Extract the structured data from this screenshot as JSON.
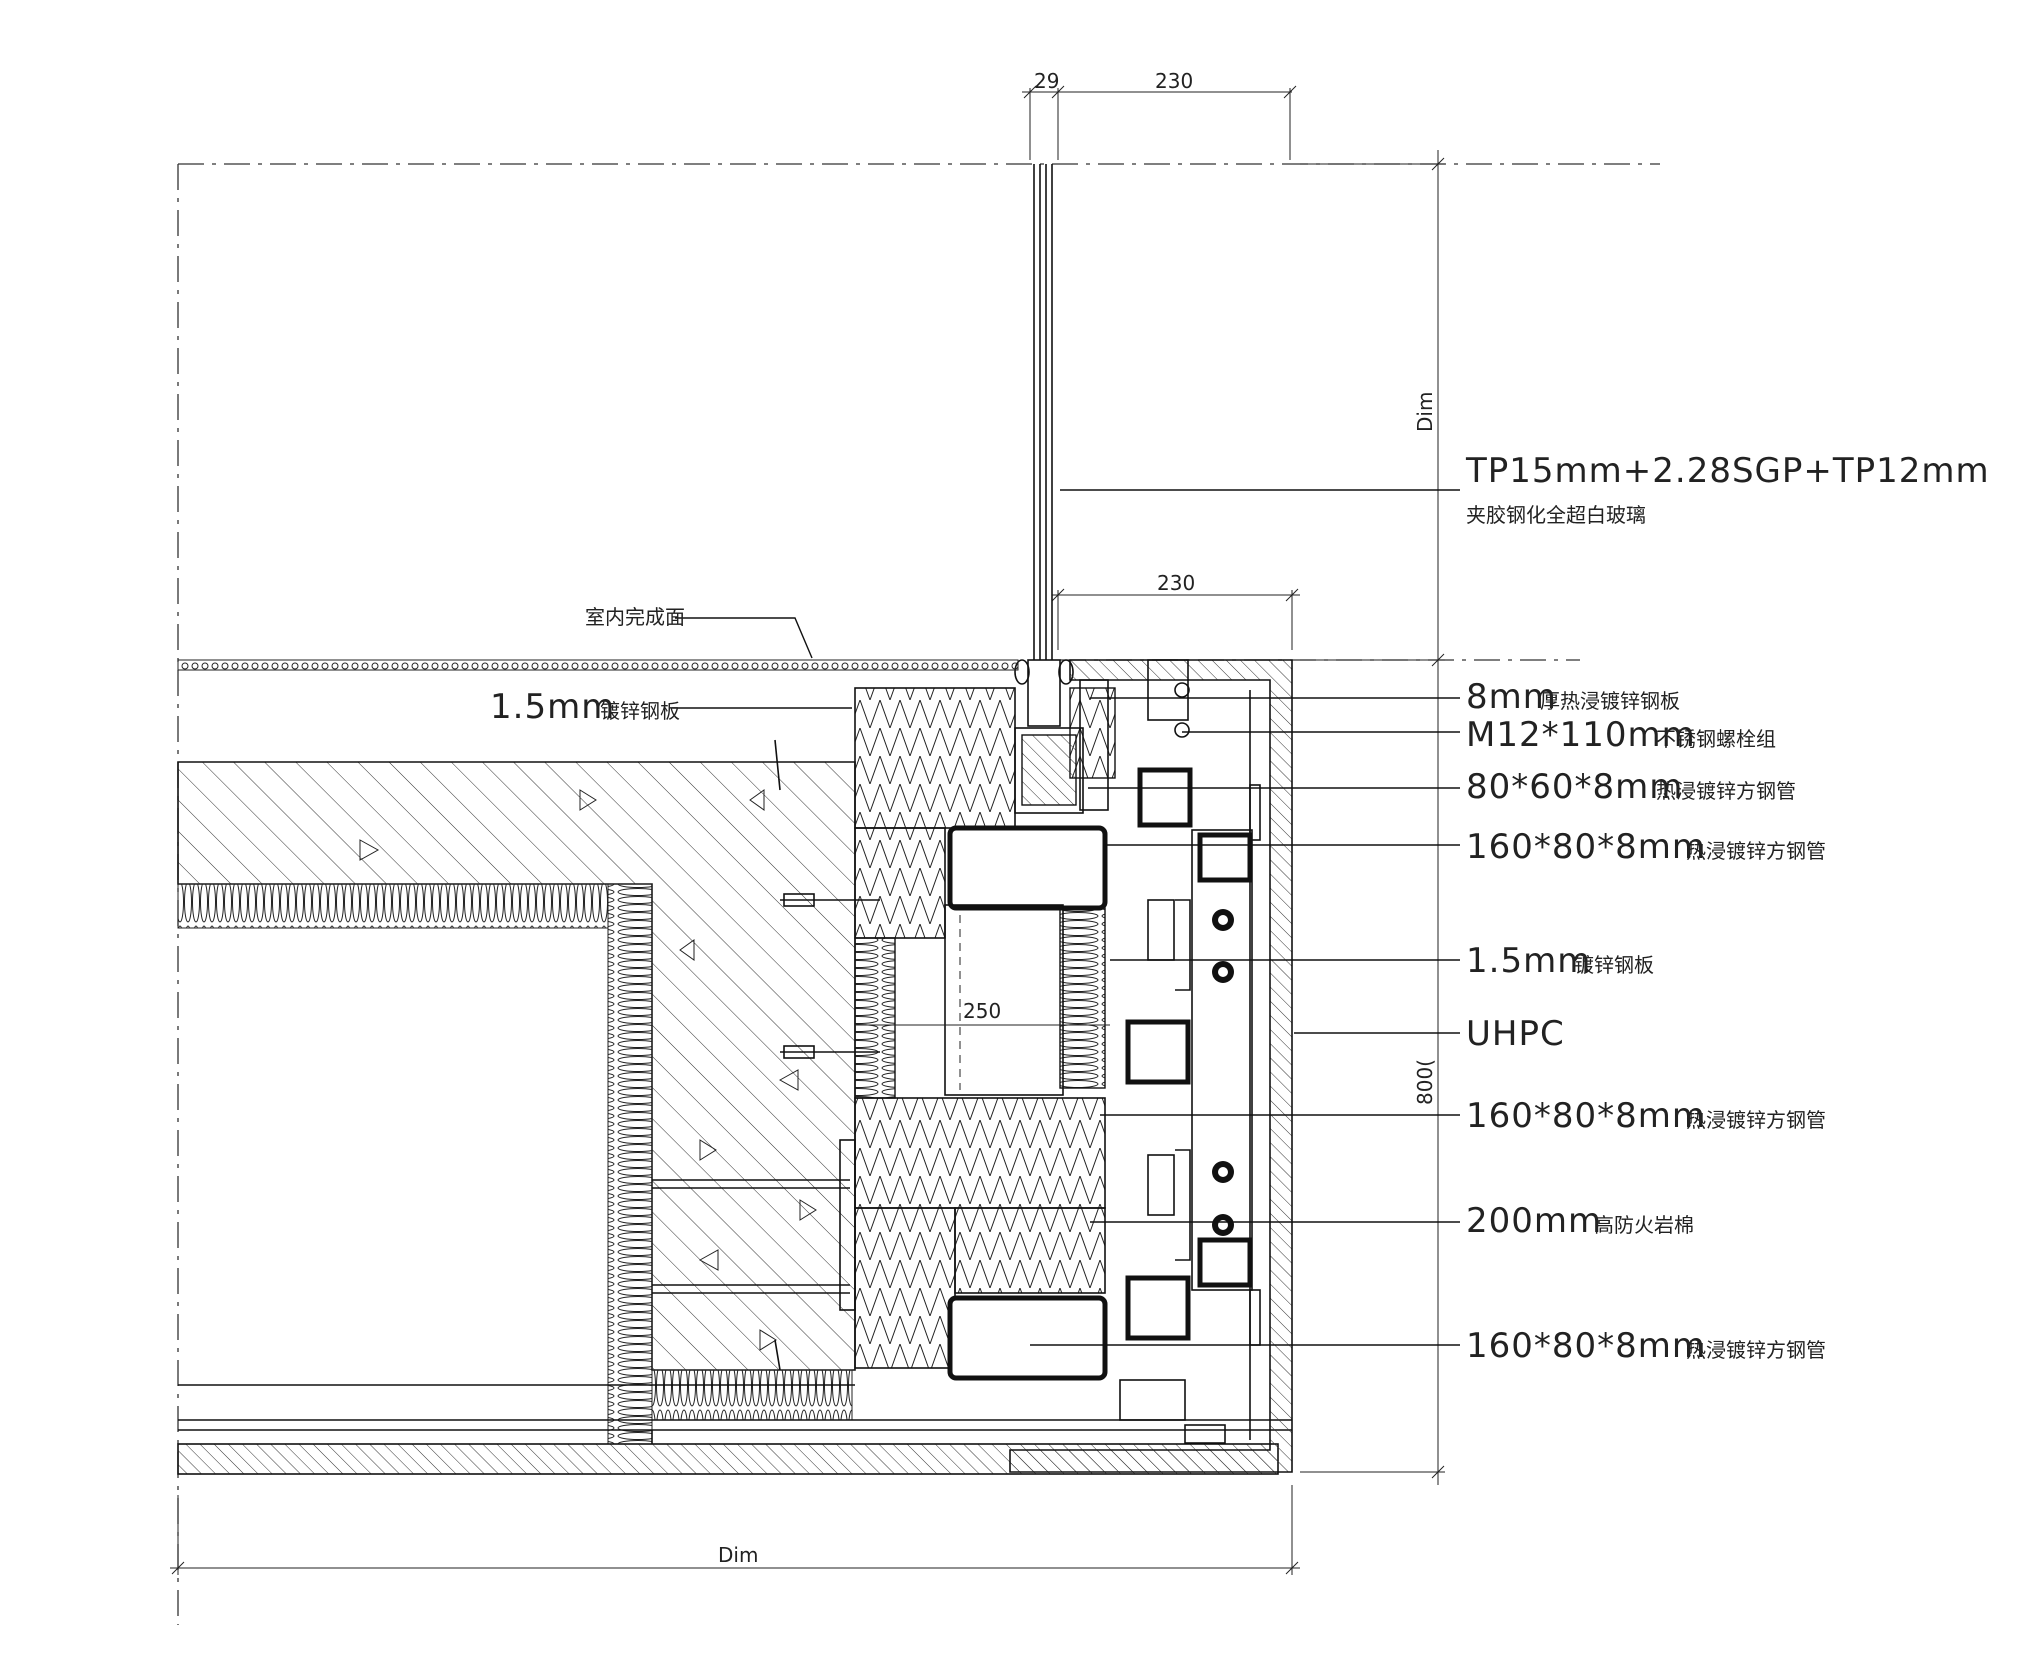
{
  "dimensions": {
    "top_small": "29",
    "top_wide": "230",
    "mid_wide": "230",
    "inner_250": "250",
    "right_vertical": "Dim",
    "right_total": "800(",
    "right_total_suffix": "",
    "bottom": "Dim"
  },
  "labels": {
    "glass_spec": "TP15mm+2.28SGP+TP12mm",
    "glass_desc": "夹胶钢化全超白玻璃",
    "interior_finish": "室内完成面",
    "left_plate_size": "1.5mm",
    "left_plate_desc": "镀锌钢板",
    "r1_size": "8mm",
    "r1_desc": "厚热浸镀锌钢板",
    "r2_size": "M12*110mm",
    "r2_desc": "不锈钢螺栓组",
    "r3_size": "80*60*8mm",
    "r3_desc": "热浸镀锌方钢管",
    "r4_size": "160*80*8mm",
    "r4_desc": "热浸镀锌方钢管",
    "r5_size": "1.5mm",
    "r5_desc": "镀锌钢板",
    "r6_size": "UHPC",
    "r7_size": "160*80*8mm",
    "r7_desc": "热浸镀锌方钢管",
    "r8_size": "200mm",
    "r8_desc": "高防火岩棉",
    "r9_size": "160*80*8mm",
    "r9_desc": "热浸镀锌方钢管"
  }
}
